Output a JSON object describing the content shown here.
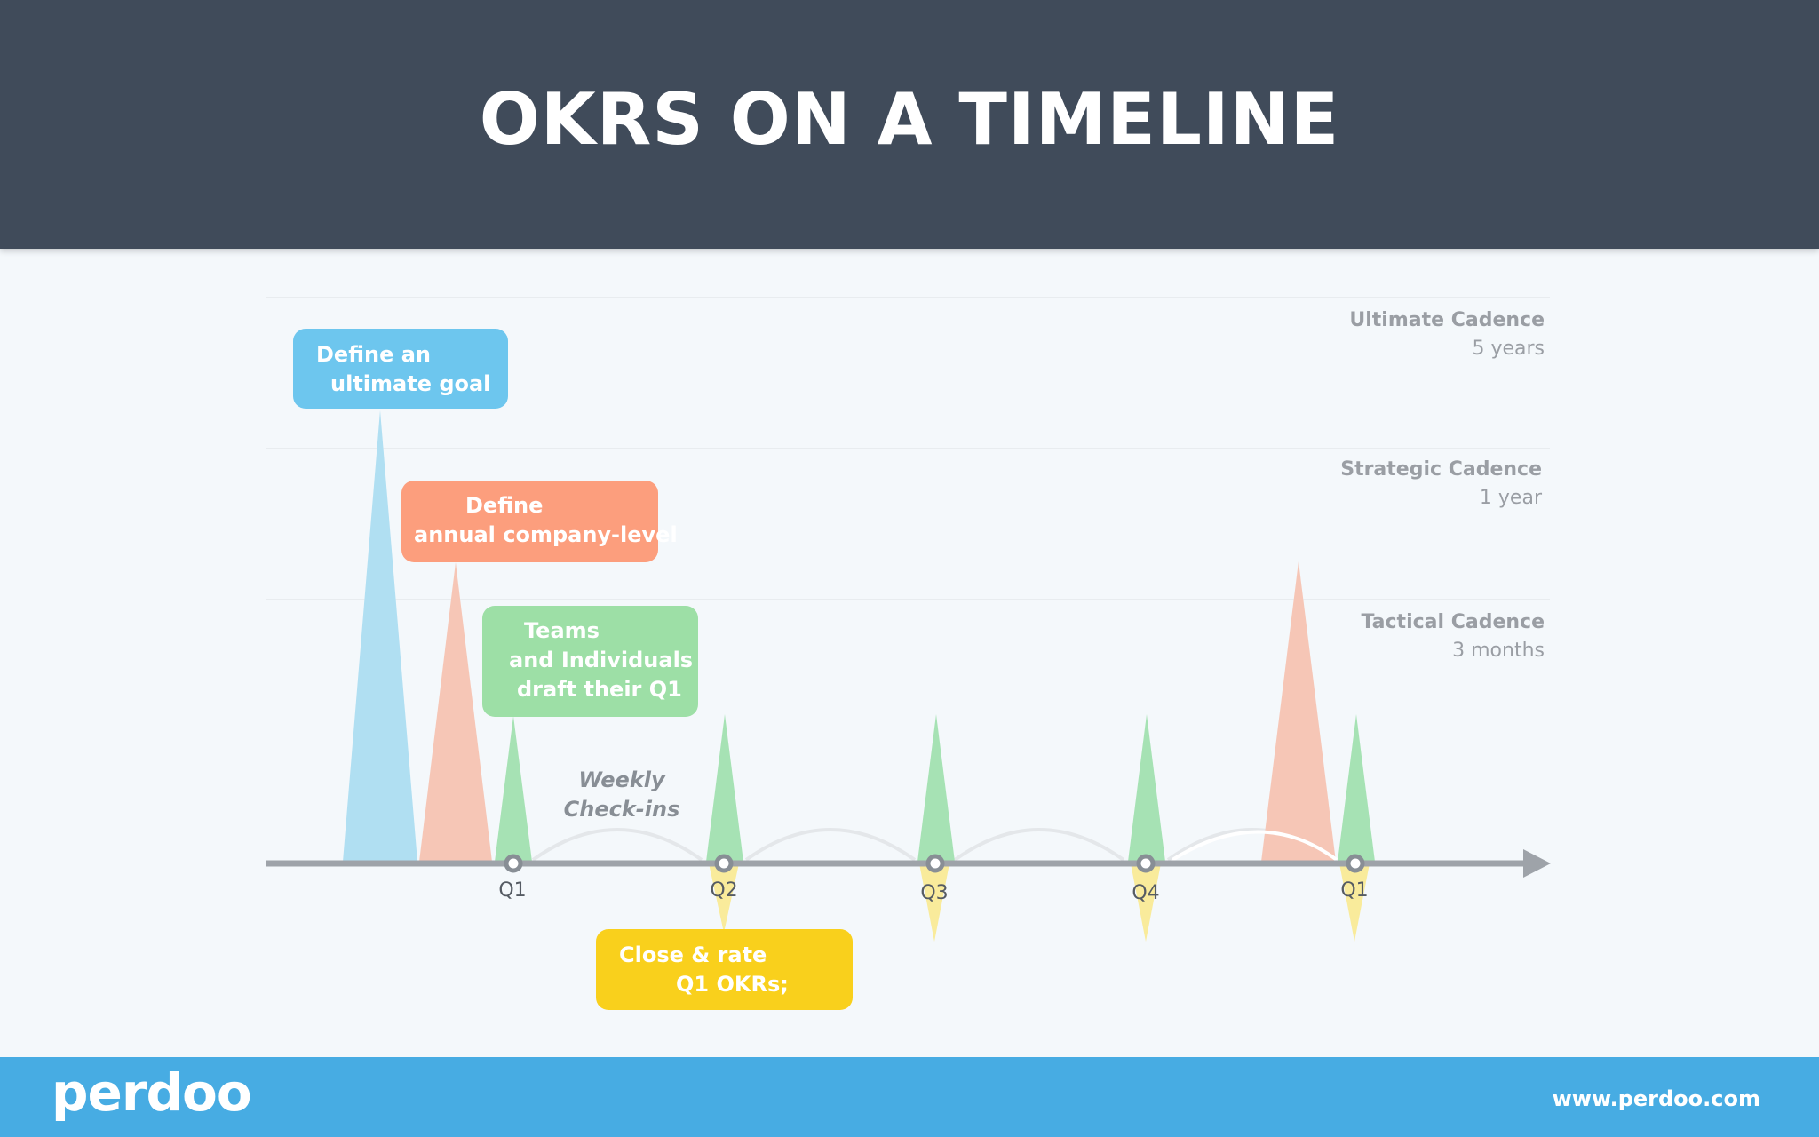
{
  "header": {
    "title": "OKRS ON A TIMELINE"
  },
  "cadences": [
    {
      "title": "Ultimate Cadence",
      "period": "5 years"
    },
    {
      "title": "Strategic Cadence",
      "period": "1 year"
    },
    {
      "title": "Tactical Cadence",
      "period": "3 months"
    }
  ],
  "callouts": {
    "ultimate": [
      "Define an",
      "ultimate goal"
    ],
    "strategic": [
      "Define",
      "annual company-level"
    ],
    "tactical": [
      "Teams",
      "and Individuals",
      "draft their Q1"
    ],
    "close": [
      "Close & rate",
      "Q1 OKRs;"
    ]
  },
  "checkins": [
    "Weekly",
    "Check-ins"
  ],
  "quarters": [
    "Q1",
    "Q2",
    "Q3",
    "Q4",
    "Q1"
  ],
  "footer": {
    "logo": "perdoo",
    "url": "www.perdoo.com"
  },
  "colors": {
    "header": "#404b5a",
    "background": "#f4f8fb",
    "ultimate": "#6dc6ee",
    "strategic": "#fc9e7d",
    "tactical": "#9ddfa6",
    "close": "#f9d01c",
    "axis": "#9ea3a9",
    "footer": "#47ace3"
  }
}
